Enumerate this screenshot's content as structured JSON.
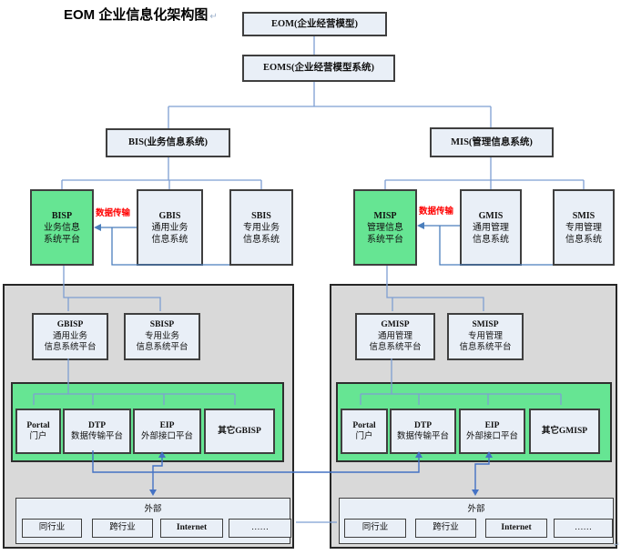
{
  "page_title": "EOM 企业信息化架构图",
  "marks": {
    "return": "↵"
  },
  "labels": {
    "data_transfer": "数据传输",
    "external": "外部"
  },
  "colors": {
    "node_green": "#66e593",
    "node_blue": "#e9eff7",
    "panel_gray": "#d9d9d9",
    "tree_line_blue": "#7e9fd2",
    "arrow_blue": "#4472c4",
    "label_red": "#ff0000",
    "border_dark": "#3f3f3f"
  },
  "nodes": {
    "eom": {
      "title": "EOM(企业经营模型)"
    },
    "eoms": {
      "title": "EOMS(企业经营模型系统)"
    },
    "bis": {
      "title": "BIS(业务信息系统)"
    },
    "mis": {
      "title": "MIS(管理信息系统)"
    },
    "bisp": {
      "title": "BISP",
      "sub": [
        "业务信息",
        "系统平台"
      ]
    },
    "gbis": {
      "title": "GBIS",
      "sub": [
        "通用业务",
        "信息系统"
      ]
    },
    "sbis": {
      "title": "SBIS",
      "sub": [
        "专用业务",
        "信息系统"
      ]
    },
    "misp": {
      "title": "MISP",
      "sub": [
        "管理信息",
        "系统平台"
      ]
    },
    "gmis": {
      "title": "GMIS",
      "sub": [
        "通用管理",
        "信息系统"
      ]
    },
    "smis": {
      "title": "SMIS",
      "sub": [
        "专用管理",
        "信息系统"
      ]
    },
    "gbisp": {
      "title": "GBISP",
      "sub": [
        "通用业务",
        "信息系统平台"
      ]
    },
    "sbisp": {
      "title": "SBISP",
      "sub": [
        "专用业务",
        "信息系统平台"
      ]
    },
    "gmisp": {
      "title": "GMISP",
      "sub": [
        "通用管理",
        "信息系统平台"
      ]
    },
    "smisp": {
      "title": "SMISP",
      "sub": [
        "专用管理",
        "信息系统平台"
      ]
    },
    "portal": {
      "title": "Portal",
      "sub": [
        "门户"
      ]
    },
    "dtp": {
      "title": "DTP",
      "sub": [
        "数据传输平台"
      ]
    },
    "eip": {
      "title": "EIP",
      "sub": [
        "外部接口平台"
      ]
    },
    "other_gbisp": {
      "title": "其它GBISP"
    },
    "other_gmisp": {
      "title": "其它GMISP"
    }
  },
  "external": {
    "label": "外部",
    "items": [
      "同行业",
      "跨行业",
      "Internet",
      "……"
    ]
  }
}
